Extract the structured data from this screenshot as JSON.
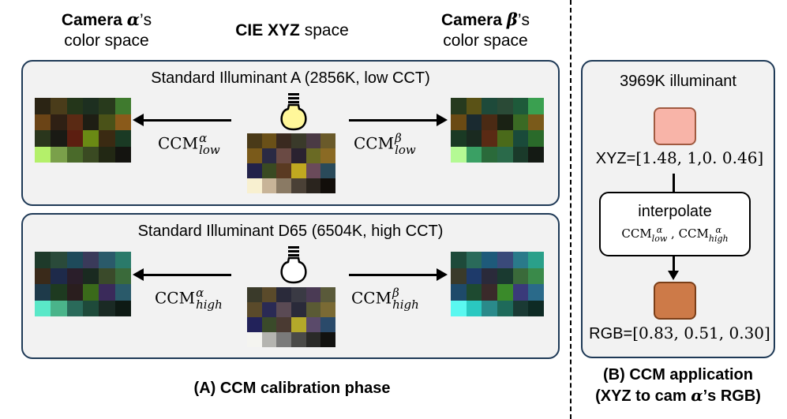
{
  "headers": {
    "left_bold": "Camera",
    "left_sym": "α",
    "left_suffix": "’s",
    "left_line2": "color space",
    "center_bold": "CIE XYZ",
    "center_rest": "space",
    "right_bold": "Camera",
    "right_sym": "β",
    "right_suffix": "’s",
    "right_line2": "color space"
  },
  "panel_low": {
    "title": "Standard Illuminant A (2856K, low CCT)",
    "ccm_left": {
      "base": "CCM",
      "sup": "α",
      "sub": "low"
    },
    "ccm_right": {
      "base": "CCM",
      "sup": "β",
      "sub": "low"
    }
  },
  "panel_high": {
    "title": "Standard Illuminant D65 (6504K, high CCT)",
    "ccm_left": {
      "base": "CCM",
      "sup": "α",
      "sub": "high"
    },
    "ccm_right": {
      "base": "CCM",
      "sup": "β",
      "sub": "high"
    }
  },
  "caption_a": "(A) CCM calibration phase",
  "panel_b": {
    "title": "3969K illuminant",
    "xyz_label": "XYZ=",
    "xyz_value": "[1.48, 1,0. 0.46]",
    "interp_label": "interpolate",
    "interp_ccm_low": {
      "base": "CCM",
      "sup": "α",
      "sub": "low"
    },
    "interp_sep": ",",
    "interp_ccm_high": {
      "base": "CCM",
      "sup": "α",
      "sub": "high"
    },
    "rgb_label": "RGB=",
    "rgb_value": "[0.83, 0.51, 0.30]",
    "xyz_color": "#f8b4a8",
    "rgb_color": "#cd7a48"
  },
  "caption_b_line1": "(B) CCM application",
  "caption_b_line2_pre": "(XYZ to cam ",
  "caption_b_line2_sym": "α",
  "caption_b_line2_post": "’s RGB)",
  "icons": [
    "lightbulb-on-icon",
    "lightbulb-off-icon"
  ],
  "swatches": {
    "alpha_low": [
      "#2b2414",
      "#4a3c1a",
      "#24361a",
      "#1d2f20",
      "#283a1c",
      "#3f7a2e",
      "#6b4416",
      "#2f2014",
      "#5a2a14",
      "#1e1e14",
      "#4a5218",
      "#8a5a1a",
      "#2a361c",
      "#1a1a14",
      "#5c1e10",
      "#6a8a14",
      "#3a2a12",
      "#1a3a24",
      "#b4f06a",
      "#7aa04a",
      "#4a6a2a",
      "#3a4a22",
      "#222814",
      "#141410"
    ],
    "beta_low": [
      "#263a1e",
      "#5a5216",
      "#1e4a3a",
      "#2a4a36",
      "#1e5a3a",
      "#3aa050",
      "#6a4a14",
      "#1a2a30",
      "#4a2a14",
      "#1a2214",
      "#3a6a24",
      "#7a5a1a",
      "#1a3a24",
      "#1a2a20",
      "#5a2a14",
      "#4a6a1a",
      "#1a4a3a",
      "#2a6a2a",
      "#b4fa94",
      "#3aa064",
      "#2a6a3a",
      "#2a6a4a",
      "#1a3a2a",
      "#141a14"
    ],
    "xyz_low": [
      "#4a3a18",
      "#6a5018",
      "#3a2a20",
      "#3a3a2a",
      "#4a3a44",
      "#6a5a2a",
      "#7a5a1a",
      "#2a2a44",
      "#6a4a44",
      "#2a2230",
      "#6a6a24",
      "#8a6a24",
      "#22224a",
      "#3a4a22",
      "#5a3a22",
      "#c0a820",
      "#6a4a5a",
      "#2a4a5a",
      "#f8f0d0",
      "#c8b498",
      "#8a7a64",
      "#4a4036",
      "#2a241e",
      "#120e0a"
    ],
    "alpha_high": [
      "#1e3a2a",
      "#2a4a3a",
      "#1e4a5a",
      "#3a3a5a",
      "#2a5a6a",
      "#2a7a6a",
      "#3a2a1a",
      "#1e2a4a",
      "#2a1e2a",
      "#1a2a20",
      "#3a4a2a",
      "#3a6a3a",
      "#1e3a4a",
      "#1e3a20",
      "#2a1e1e",
      "#3a6a1a",
      "#3a2a5a",
      "#2a5a6a",
      "#5ae8c8",
      "#4ab48a",
      "#2a6a5a",
      "#1e4a3a",
      "#1a2a24",
      "#0e1a14"
    ],
    "beta_high": [
      "#1e4a3a",
      "#2a6a5a",
      "#1e5a7a",
      "#3a4a7a",
      "#2a7a8a",
      "#2aa08a",
      "#3a3a2a",
      "#1e3a6a",
      "#2a2a3a",
      "#1a3a30",
      "#3a6a3a",
      "#3a8a4a",
      "#1e4a6a",
      "#1e4a30",
      "#3a2a2a",
      "#3a8a2a",
      "#3a3a7a",
      "#2a6a8a",
      "#5af8f0",
      "#2ac8c0",
      "#2a8a8a",
      "#1e6a5a",
      "#1a3a34",
      "#0e2a24"
    ],
    "xyz_high": [
      "#3a3a2a",
      "#5a4a2a",
      "#2a2a3a",
      "#3a3a44",
      "#4a3a54",
      "#5a5a3a",
      "#5a4a2a",
      "#2a2a54",
      "#5a4a54",
      "#2a2a3a",
      "#5a5a34",
      "#7a6a34",
      "#22225a",
      "#3a4a2a",
      "#4a3a32",
      "#b4a82a",
      "#5a4a6a",
      "#2a4a6a",
      "#f4f4f0",
      "#b4b4b0",
      "#7a7a7a",
      "#4a4a48",
      "#2a2a28",
      "#121210"
    ]
  }
}
